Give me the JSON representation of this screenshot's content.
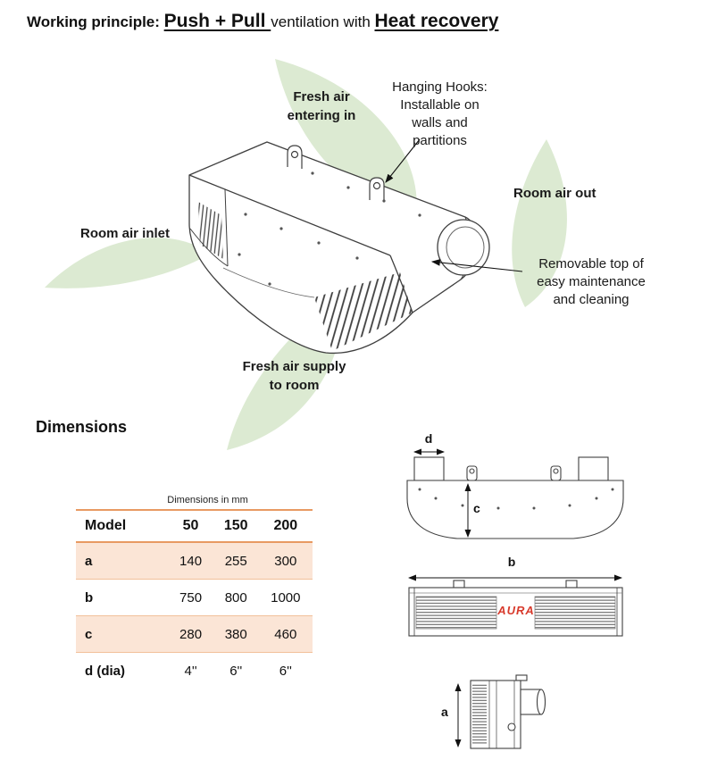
{
  "title": {
    "part1": "Working principle: ",
    "part2": "Push + Pull ",
    "part3": "ventilation with ",
    "part4": "Heat recovery"
  },
  "callouts": {
    "fresh_air_in": "Fresh air\nentering in",
    "hanging_hooks": "Hanging Hooks:\nInstallable on\nwalls and\npartitions",
    "room_air_out": "Room air out",
    "room_air_inlet": "Room air inlet",
    "removable_top": "Removable top of\neasy maintenance\nand cleaning",
    "fresh_air_supply": "Fresh air supply\nto room"
  },
  "dimensions": {
    "heading": "Dimensions",
    "table": {
      "caption": "Dimensions in mm",
      "header": [
        "Model",
        "50",
        "150",
        "200"
      ],
      "rows": [
        {
          "label": "a",
          "values": [
            "140",
            "255",
            "300"
          ]
        },
        {
          "label": "b",
          "values": [
            "750",
            "800",
            "1000"
          ]
        },
        {
          "label": "c",
          "values": [
            "280",
            "380",
            "460"
          ]
        },
        {
          "label": "d (dia)",
          "values": [
            "4''",
            "6''",
            "6''"
          ]
        }
      ]
    },
    "diagram_labels": {
      "a": "a",
      "b": "b",
      "c": "c",
      "d": "d"
    }
  },
  "brand": {
    "logo_text": "AURA"
  },
  "colors": {
    "accent_row": "#fbe5d6",
    "table_line": "#e89a62",
    "leaf_green": "#dcead2",
    "logo_red": "#d83a2c"
  }
}
